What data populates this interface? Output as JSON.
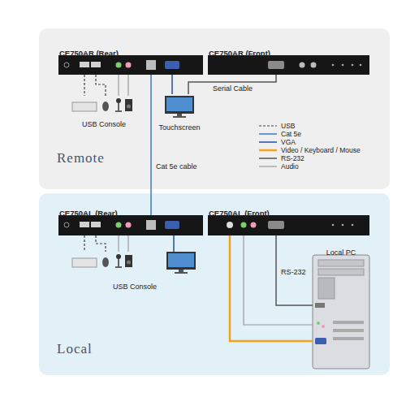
{
  "diagram": {
    "nodes": [
      {
        "text": [
          "Remote"
        ]
      },
      {
        "text": [
          "CE750AR (Rear)"
        ],
        "in": 0
      },
      {
        "text": [
          "CE750AR (Front)"
        ],
        "in": 0
      },
      {
        "text": [
          "USB Console"
        ],
        "in": 0
      },
      {
        "text": [
          "Touchscreen"
        ],
        "in": 0
      },
      {
        "text": [
          "Local"
        ]
      },
      {
        "text": [
          "CE750AL (Rear)"
        ],
        "in": 5
      },
      {
        "text": [
          "CE750AL (Front)"
        ],
        "in": 5
      },
      {
        "text": [
          "USB Console"
        ],
        "in": 5
      },
      {
        "text": [
          "Local PC"
        ],
        "in": 5
      }
    ],
    "edges": [
      {
        "from": 1,
        "to": 6,
        "label": "Cat 5e cable",
        "arrow": "none"
      },
      {
        "from": 1,
        "to": 3,
        "arrow": "none"
      },
      {
        "from": 1,
        "to": 3,
        "arrow": "none"
      },
      {
        "from": 1,
        "to": 3,
        "arrow": "none"
      },
      {
        "from": 1,
        "to": 3,
        "arrow": "none"
      },
      {
        "from": 1,
        "to": 4,
        "arrow": "none"
      },
      {
        "from": 2,
        "to": 4,
        "label": "Serial Cable",
        "arrow": "none"
      },
      {
        "from": 6,
        "to": 8,
        "arrow": "none"
      },
      {
        "from": 6,
        "to": 8,
        "arrow": "none"
      },
      {
        "from": 6,
        "to": 8,
        "arrow": "none"
      },
      {
        "from": 6,
        "to": 8,
        "arrow": "none"
      },
      {
        "from": 6,
        "to": 8,
        "arrow": "none"
      },
      {
        "from": 7,
        "to": 9,
        "arrow": "none"
      },
      {
        "from": 7,
        "to": 9,
        "arrow": "none"
      },
      {
        "from": 7,
        "to": 9,
        "label": "RS-232",
        "arrow": "none"
      }
    ],
    "legend": [
      {
        "text": "USB"
      },
      {
        "text": "Cat 5e"
      },
      {
        "text": "VGA"
      },
      {
        "text": "Video / Keyboard / Mouse"
      },
      {
        "text": "RS-232"
      },
      {
        "text": "Audio"
      }
    ]
  }
}
